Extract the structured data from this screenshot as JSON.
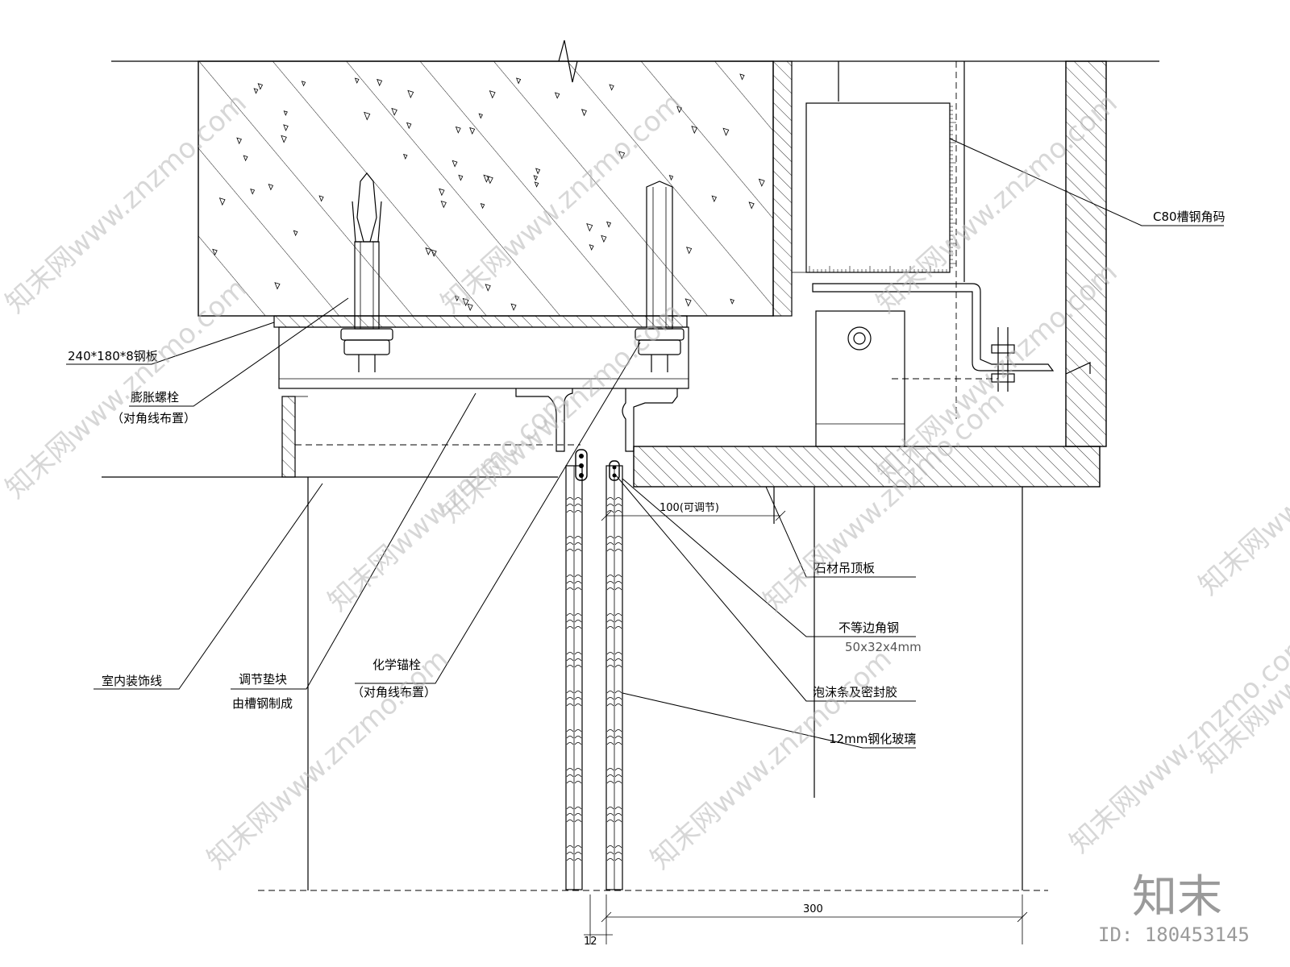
{
  "labels": {
    "c80": "C80槽钢角码",
    "plate": "240*180*8钢板",
    "expansion_bolt": "膨胀螺栓",
    "expansion_bolt_note": "（对角线布置）",
    "stone_ceiling": "石材吊顶板",
    "angle_steel": "不等边角钢",
    "angle_steel_size": "50x32x4mm",
    "foam_seal": "泡沫条及密封胶",
    "glass": "12mm钢化玻璃",
    "interior_trim": "室内装饰线",
    "shim": "调节垫块",
    "shim_note": "由槽钢制成",
    "chem_anchor": "化学锚栓",
    "chem_anchor_note": "（对角线布置）"
  },
  "dimensions": {
    "adjustable": "100(可调节)",
    "glass_thk": "12",
    "width": "300"
  },
  "branding": {
    "watermark": "知末网www.znzmo.com",
    "logo": "知末",
    "id": "ID: 180453145"
  }
}
